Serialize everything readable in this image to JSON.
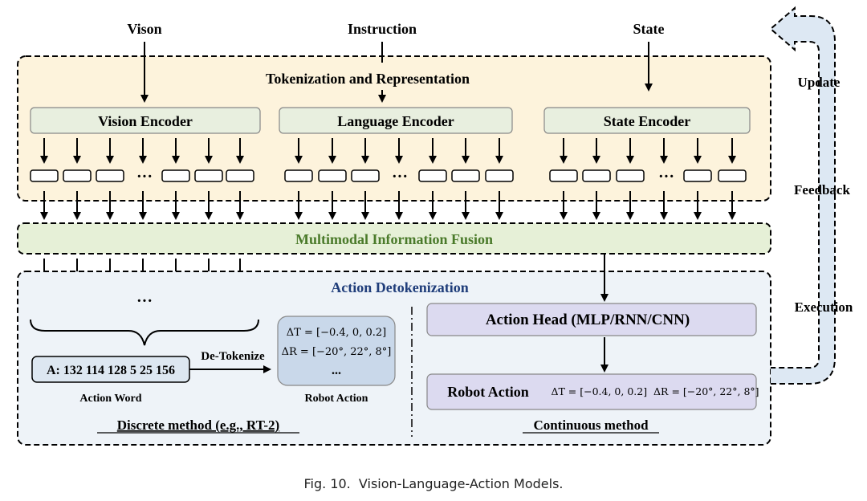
{
  "inputs": {
    "vision": "Vison",
    "instruction": "Instruction",
    "state": "State"
  },
  "tokenization": {
    "title": "Tokenization and Representation",
    "vision_encoder": "Vision Encoder",
    "language_encoder": "Language Encoder",
    "state_encoder": "State Encoder",
    "ellipsis": "···"
  },
  "fusion": {
    "title": "Multimodal Information Fusion"
  },
  "detokenization": {
    "title": "Action Detokenization",
    "action_word_value": "A: 132 114 128 5 25 156",
    "action_word_label": "Action Word",
    "de_tokenize": "De-Tokenize",
    "robot_action_delta_t": "ΔT = [−0.4, 0, 0.2]",
    "robot_action_delta_r": "ΔR = [−20°, 22°, 8°]",
    "robot_action_more": "...",
    "robot_action_label": "Robot Action",
    "discrete_method": "Discrete method (e.g., RT-2)",
    "action_head": "Action Head (MLP/RNN/CNN)",
    "robot_action_title": "Robot Action",
    "robot_action_values": "ΔT = [−0.4, 0, 0.2]  ΔR = [−20°, 22°, 8°]",
    "continuous_method": "Continuous method"
  },
  "loop": {
    "update": "Update",
    "feedback": "Feedback",
    "execution": "Execution"
  },
  "caption": "Fig. 10.  Vision-Language-Action Models.",
  "colors": {
    "tokenization_bg": "#fdf3dc",
    "fusion_bg": "#e6f0d7",
    "fusion_text": "#4a7a2a",
    "detok_bg": "#eef3f8",
    "detok_title": "#1f3d7a",
    "encoder_bg": "#e8efdf",
    "action_token_bg": "#f4b8b8",
    "head_bg": "#dcdaf0",
    "robot_action_box_bg": "#c9d8ea",
    "loop_bg": "#dde8f3"
  }
}
